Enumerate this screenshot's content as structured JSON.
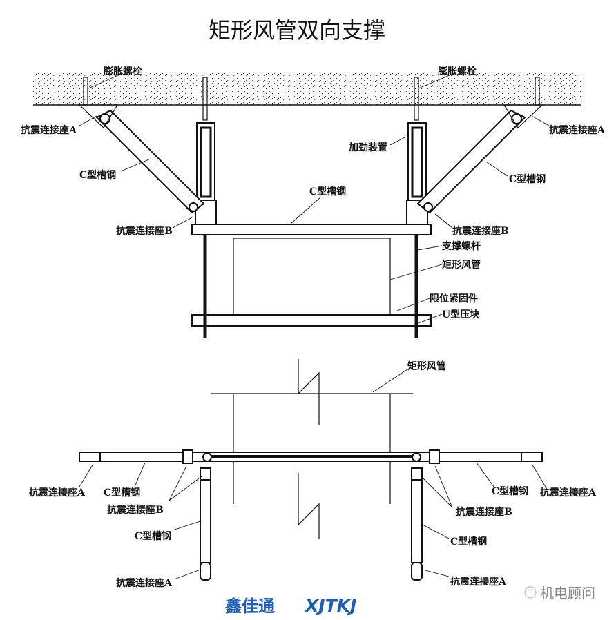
{
  "title": "矩形风管双向支撑",
  "elevation": {
    "labels": {
      "expansion_bolt_left": "膨胀螺栓",
      "expansion_bolt_right": "膨胀螺栓",
      "seat_a_left": "抗震连接座A",
      "seat_a_right": "抗震连接座A",
      "channel_left": "C型槽钢",
      "channel_right": "C型槽钢",
      "channel_top": "C型槽钢",
      "stiffener": "加劲装置",
      "seat_b_left": "抗震连接座B",
      "seat_b_right": "抗震连接座B",
      "support_rod": "支撑螺杆",
      "duct": "矩形风管",
      "limit_fastener": "限位紧固件",
      "u_clamp": "U型压块"
    }
  },
  "plan": {
    "labels": {
      "duct": "矩形风管",
      "seat_a_left_h": "抗震连接座A",
      "channel_left_h": "C型槽钢",
      "seat_b_left": "抗震连接座B",
      "channel_left_v": "C型槽钢",
      "seat_a_left_v": "抗震连接座A",
      "channel_right_h": "C型槽钢",
      "seat_a_right_h": "抗震连接座A",
      "seat_b_right": "抗震连接座B",
      "channel_right_v": "C型槽钢",
      "seat_a_right_v": "抗震连接座A"
    }
  },
  "logos": {
    "brand_cn": "鑫佳通",
    "brand_en": "XJTKJ",
    "watermark": "机电顾问",
    "blue": "#1f5fb0",
    "red": "#e0302a"
  }
}
